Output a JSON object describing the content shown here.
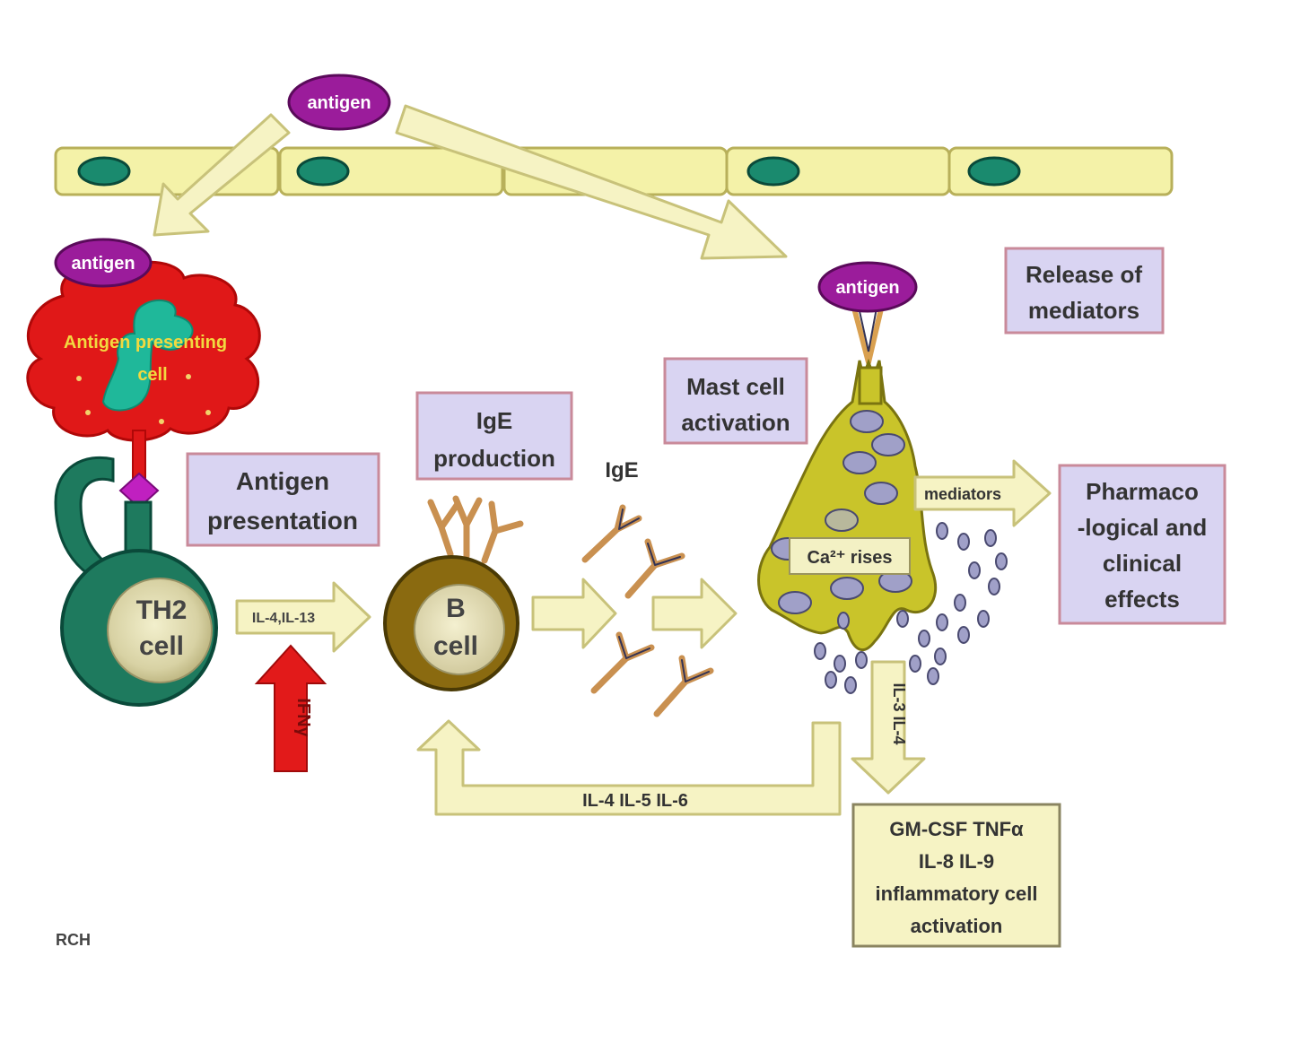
{
  "labels": {
    "antigen_top": "antigen",
    "antigen_apc": "antigen",
    "antigen_mast": "antigen",
    "apc": "Antigen presenting cell",
    "apc_line1": "Antigen presenting",
    "apc_line2": "cell",
    "th2_line1": "TH2",
    "th2_line2": "cell",
    "b_line1": "B",
    "b_line2": "cell",
    "il4_il13": "IL-4,IL-13",
    "ifn": "IFNγ",
    "ige": "IgE",
    "ca_rises": "Ca²⁺ rises",
    "mediators": "mediators",
    "il3_il4": "IL-3 IL-4",
    "il456": "IL-4 IL-5 IL-6",
    "credit": "RCH"
  },
  "boxes": {
    "antigen_presentation": [
      "Antigen",
      "presentation"
    ],
    "ige_production": [
      "IgE",
      "production"
    ],
    "mast_cell_activation": [
      "Mast cell",
      "activation"
    ],
    "release_of_mediators": [
      "Release of",
      "mediators"
    ],
    "pharmaco": [
      "Pharmaco",
      "-logical and",
      "clinical",
      "effects"
    ],
    "cytokines": [
      "GM-CSF TNFα",
      "IL-8 IL-9",
      "inflammatory cell",
      "activation"
    ]
  },
  "colors": {
    "epithelium": "#f4f2a8",
    "nucleus": "#1a8a6e",
    "antigen": "#9b1c9b",
    "apc": "#e01818",
    "th2": "#1e7a5e",
    "bcell": "#8a6a10",
    "mast": "#c9c42a",
    "granule": "#a0a0c8",
    "label_box": "#d9d4f2",
    "label_border": "#c98a9a",
    "arrow": "#f6f3c4",
    "ifn_arrow": "#e21a1a"
  }
}
